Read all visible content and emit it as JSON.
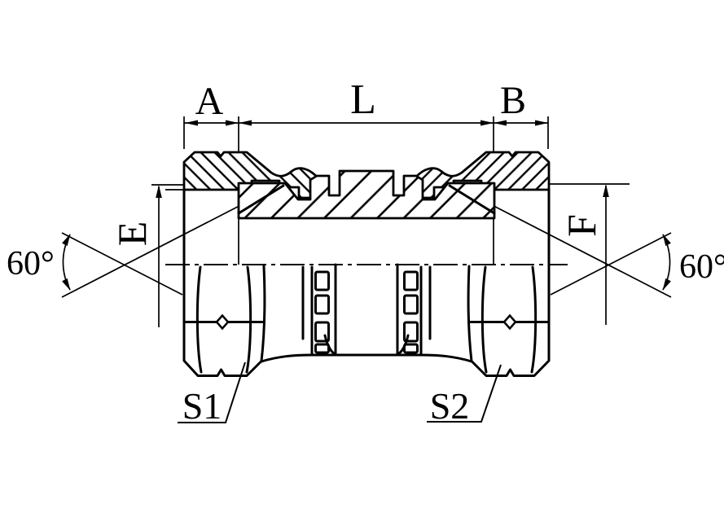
{
  "drawing": {
    "background_color": "#ffffff",
    "line_color": "#000000",
    "top_dimensions": [
      {
        "label": "A"
      },
      {
        "label": "L"
      },
      {
        "label": "B"
      }
    ],
    "seat_diameter_labels": {
      "left": "E",
      "right": "F"
    },
    "cone_angle_labels": {
      "left": "60°",
      "right": "60°"
    },
    "wrench_flat_labels": {
      "left": "S1",
      "right": "S2"
    }
  }
}
